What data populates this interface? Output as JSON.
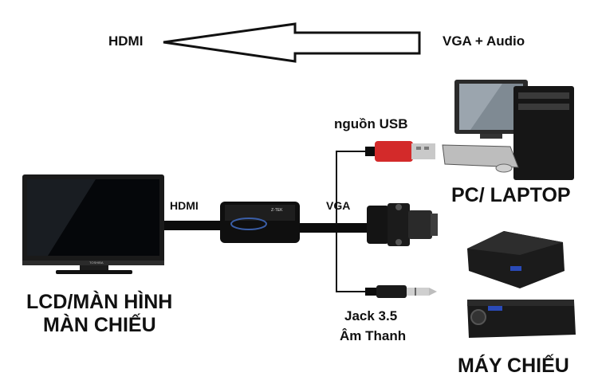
{
  "arrow": {
    "left_label": "HDMI",
    "right_label": "VGA + Audio"
  },
  "labels": {
    "usb_power": "nguồn USB",
    "pc_laptop": "PC/ LAPTOP",
    "hdmi_cable": "HDMI",
    "vga_cable": "VGA",
    "lcd_line1": "LCD/MÀN HÌNH",
    "lcd_line2": "MÀN CHIẾU",
    "jack_line1": "Jack 3.5",
    "jack_line2": "Âm Thanh",
    "projector": "MÁY CHIẾU"
  },
  "device_text": {
    "converter_brand": "Z-TEK",
    "tv_brand": "TOSHIBA"
  },
  "colors": {
    "usb_red": "#d32a2a",
    "vga_blue": "#1f2a6e",
    "cable_black": "#0c0c0c"
  }
}
